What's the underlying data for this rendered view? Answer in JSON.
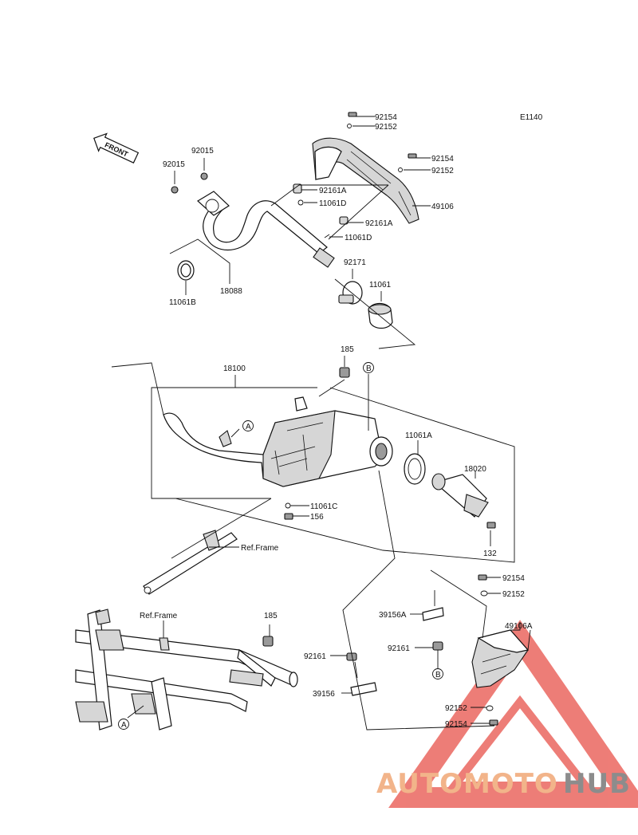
{
  "diagram": {
    "code": "E1140",
    "front_label": "FRONT",
    "parts": {
      "p92154_a": "92154",
      "p92152_a": "92152",
      "p92154_b": "92154",
      "p92152_b": "92152",
      "p49106": "49106",
      "p92161A_a": "92161A",
      "p11061D_a": "11061D",
      "p92161A_b": "92161A",
      "p11061D_b": "11061D",
      "p92015_a": "92015",
      "p92015_b": "92015",
      "p11061B": "11061B",
      "p18088": "18088",
      "p92171": "92171",
      "p11061": "11061",
      "p185_a": "185",
      "p18100": "18100",
      "p11061A": "11061A",
      "p18020": "18020",
      "p11061C": "11061C",
      "p156": "156",
      "p132": "132",
      "ref_frame_a": "Ref.Frame",
      "ref_frame_b": "Ref.Frame",
      "p185_b": "185",
      "p92154_c": "92154",
      "p92152_c": "92152",
      "p39156A": "39156A",
      "p49106A": "49106A",
      "p92161_a": "92161",
      "p92161_b": "92161",
      "p39156": "39156",
      "p92152_d": "92152",
      "p92154_d": "92154"
    },
    "callouts": {
      "A1": "A",
      "A2": "A",
      "B1": "B",
      "B2": "B"
    }
  },
  "watermark": {
    "part1": "AUTOMOTO",
    "part2": "HUB",
    "color1": "#f2b48a",
    "color2": "#8c8c8c",
    "triangle_color": "#e8524a"
  }
}
